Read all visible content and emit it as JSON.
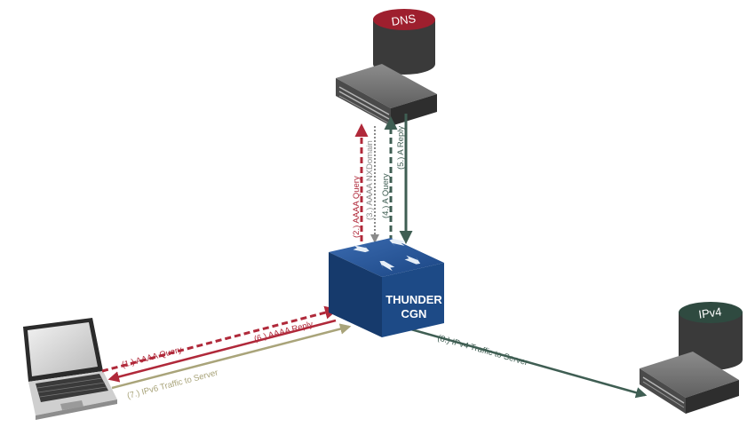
{
  "colors": {
    "query_red": "#b0293a",
    "nx_gray": "#8a8a8a",
    "a_green": "#3f5e53",
    "ipv6_tan": "#a9a47a",
    "ipv4_green": "#3f5e53",
    "cgn_blue": "#1d4a86",
    "dns_red": "#9e1f2e",
    "ipv4_db": "#2f4a40"
  },
  "nodes": {
    "dns_label": "DNS",
    "ipv4_label": "IPv4",
    "cgn_line1": "THUNDER",
    "cgn_line2": "CGN"
  },
  "flows": {
    "aaaa_query_client": "(1.)  AAAA Query",
    "aaaa_query_dns": "(2.)  AAAA Query",
    "aaaa_nxdomain": "(3.)  AAAA NXDomain",
    "a_query": "(4.)  A Query",
    "a_reply": "(5.)  A Reply",
    "aaaa_reply": "(6.)  AAAA Reply",
    "ipv6_traffic": "(7.)  IPv6 Traffic to Server",
    "ipv4_traffic": "(8.)  IPv4 Traffic to Server"
  }
}
